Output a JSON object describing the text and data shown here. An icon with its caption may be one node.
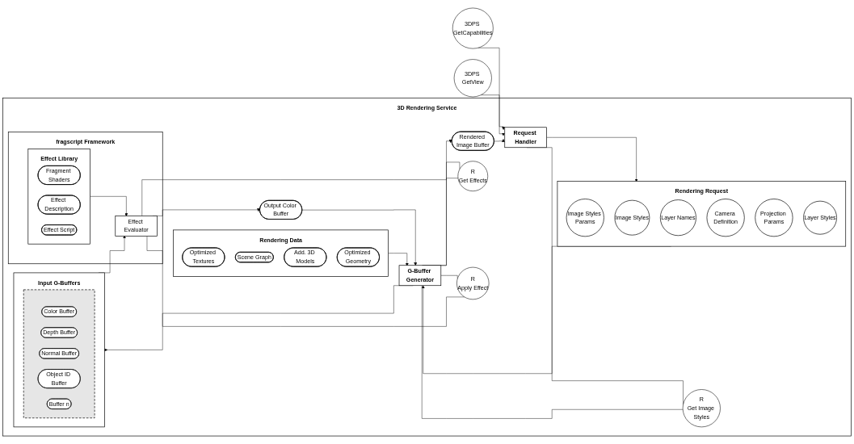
{
  "diagram": {
    "nodes": [
      {
        "text": [
          "3D Rendering Service"
        ]
      },
      {
        "text": [
          "3DPS GetCapabilities"
        ]
      },
      {
        "text": [
          "3DPS GetView"
        ]
      },
      {
        "text": [
          "Request Handler"
        ],
        "in": 0
      },
      {
        "text": [
          "Rendering Data"
        ],
        "in": 0
      },
      {
        "text": [
          "Optimized Textures"
        ],
        "in": 4
      },
      {
        "text": [
          "Scene Graph"
        ],
        "in": 4
      },
      {
        "text": [
          "Add. 3D Models"
        ],
        "in": 4
      },
      {
        "text": [
          "Optimized Geometry"
        ],
        "in": 4
      },
      {
        "text": [
          "Rendering Request"
        ],
        "in": 0
      },
      {
        "text": [
          "Image Styles Params"
        ],
        "in": 9
      },
      {
        "text": [
          "Image Styles"
        ],
        "in": 9
      },
      {
        "text": [
          "Layer Names"
        ],
        "in": 9
      },
      {
        "text": [
          "Camera Definition"
        ],
        "in": 9
      },
      {
        "text": [
          "Projection Params"
        ],
        "in": 9
      },
      {
        "text": [
          "Layer Styles"
        ],
        "in": 9
      },
      {
        "text": [
          "Rendered Image Buffer"
        ],
        "in": 0
      },
      {
        "text": [
          "G-Buffer Generator"
        ],
        "in": 0
      },
      {
        "text": [
          "R",
          "Get Image Styles"
        ],
        "in": 0
      },
      {
        "text": [
          "R",
          "Get Effects"
        ],
        "in": 0
      },
      {
        "text": [
          "R",
          "Apply Effect"
        ],
        "in": 0
      },
      {
        "text": [
          "fragscript Framework"
        ],
        "in": 0
      },
      {
        "text": [
          "Effect Evaluator"
        ],
        "in": 21
      },
      {
        "text": [
          "Effect Library"
        ],
        "in": 21
      },
      {
        "text": [
          "Fragment Shaders"
        ],
        "in": 23
      },
      {
        "text": [
          "Effect Description"
        ],
        "in": 23
      },
      {
        "text": [
          "Effect Script"
        ],
        "in": 23
      },
      {
        "text": [
          "Input G-Buffers"
        ],
        "in": 0
      },
      {
        "text": [],
        "shape": "box",
        "in": 27
      },
      {
        "text": [
          "Color Buffer"
        ],
        "in": 28
      },
      {
        "text": [
          "Depth Buffer"
        ],
        "in": 28
      },
      {
        "text": [
          "Normal Buffer"
        ],
        "in": 28
      },
      {
        "text": [
          "Object ID Buffer"
        ],
        "in": 28
      },
      {
        "text": [
          "Buffer n"
        ],
        "in": 28
      },
      {
        "text": [
          "Output Color Buffer"
        ],
        "in": 0
      }
    ],
    "edges": [
      {
        "from": 1,
        "to": 3,
        "arrow": "to"
      },
      {
        "from": 2,
        "to": 3,
        "arrow": "to"
      },
      {
        "from": 3,
        "to": 18,
        "arrow": "none"
      },
      {
        "from": 18,
        "to": 17,
        "arrow": "none"
      },
      {
        "from": 3,
        "to": 9,
        "arrow": "to"
      },
      {
        "from": 4,
        "to": 17,
        "arrow": "to"
      },
      {
        "from": 9,
        "to": 17,
        "arrow": "to"
      },
      {
        "from": 17,
        "to": 16,
        "arrow": "to"
      },
      {
        "from": 16,
        "to": 3,
        "arrow": "to"
      },
      {
        "from": 17,
        "to": 19,
        "arrow": "none"
      },
      {
        "from": 19,
        "to": 22,
        "arrow": "none"
      },
      {
        "from": 17,
        "to": 20,
        "arrow": "none"
      },
      {
        "from": 20,
        "to": 22,
        "arrow": "none"
      },
      {
        "from": 23,
        "to": 22,
        "arrow": "to"
      },
      {
        "from": 17,
        "to": 27,
        "arrow": "to"
      },
      {
        "from": 27,
        "to": 22,
        "arrow": "to"
      },
      {
        "from": 22,
        "to": 34,
        "arrow": "to"
      },
      {
        "from": 34,
        "to": 17,
        "arrow": "to"
      }
    ]
  }
}
